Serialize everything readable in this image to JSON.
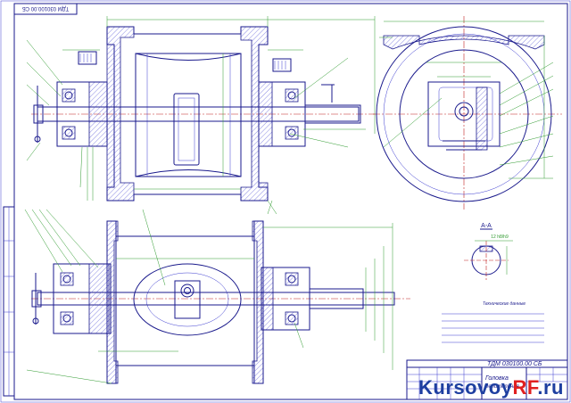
{
  "drawing": {
    "doc_code_top": "ТДМ 030100.00 СБ",
    "doc_code_stamp": "ТДМ 030100.00 СБ",
    "title_line1": "Головка",
    "title_line2": "делительная",
    "section_label": "А-А",
    "section_dim": "12 h8/h9",
    "tech_req_title": "Технические данные"
  },
  "watermark": {
    "main": "Kursovoy",
    "accent": "RF",
    "tail": ".ru"
  },
  "colors": {
    "lines": "#1a1a8c",
    "dims": "#2e9a2e",
    "watermark_blue": "#1e3fa0",
    "watermark_red": "#e02020"
  }
}
